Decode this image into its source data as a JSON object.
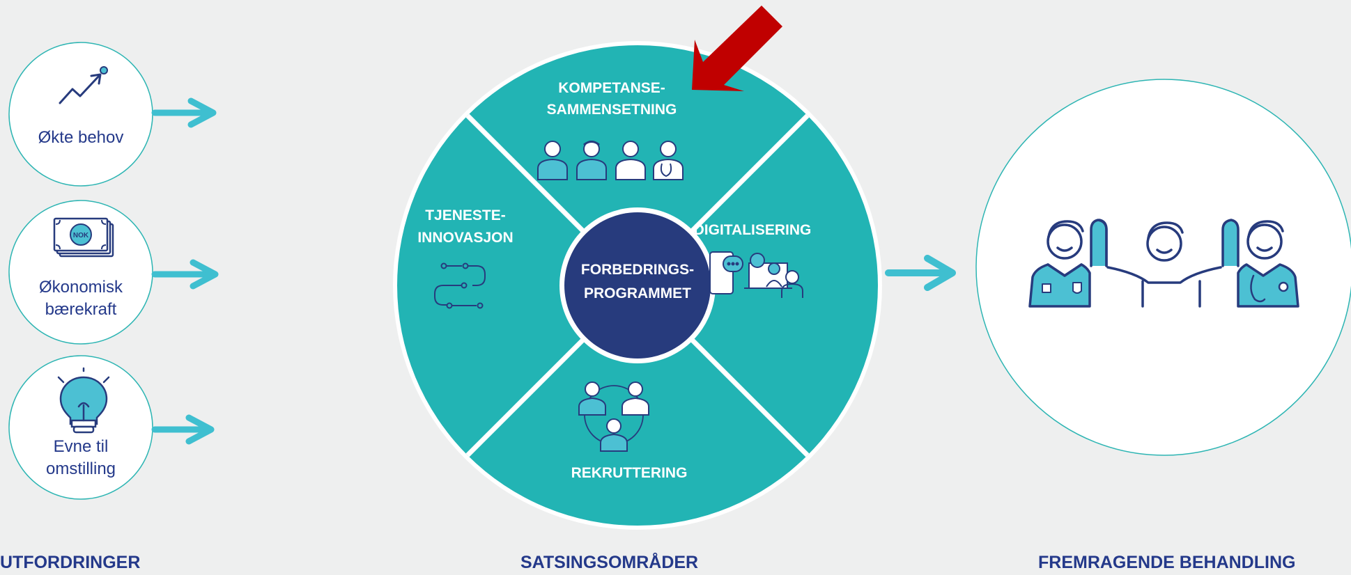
{
  "challenges": {
    "heading": "UTFORDRINGER",
    "items": [
      {
        "label_lines": [
          "Økte behov"
        ],
        "icon": "trend-up-icon"
      },
      {
        "label_lines": [
          "Økonomisk",
          "bærekraft"
        ],
        "icon": "money-bills-icon",
        "icon_text": "NOK"
      },
      {
        "label_lines": [
          "Evne til",
          "omstilling"
        ],
        "icon": "lightbulb-icon"
      }
    ]
  },
  "focus": {
    "heading": "SATSINGSOMRÅDER",
    "center_lines": [
      "FORBEDRINGS-",
      "PROGRAMMET"
    ],
    "segments": {
      "top": {
        "label_lines": [
          "KOMPETANSE-",
          "SAMMENSETNING"
        ],
        "icon": "healthcare-team-icon"
      },
      "left": {
        "label_lines": [
          "TJENESTE-",
          "INNOVASJON"
        ],
        "icon": "process-flow-icon"
      },
      "right": {
        "label_lines": [
          "DIGITALISERING"
        ],
        "icon": "digital-consultation-icon"
      },
      "bottom": {
        "label_lines": [
          "REKRUTTERING"
        ],
        "icon": "recruitment-network-icon"
      }
    }
  },
  "outcome": {
    "heading": "FREMRAGENDE BEHANDLING",
    "icon": "high-five-team-icon"
  },
  "colors": {
    "background": "#eeefef",
    "teal": "#22b4b4",
    "navy": "#273b7d",
    "heading_blue": "#24398a",
    "arrow_cyan": "#3fbfd0",
    "highlight_arrow": "#c00000",
    "icon_fill": "#4cc0d3",
    "circle_border": "#2db5b3"
  }
}
